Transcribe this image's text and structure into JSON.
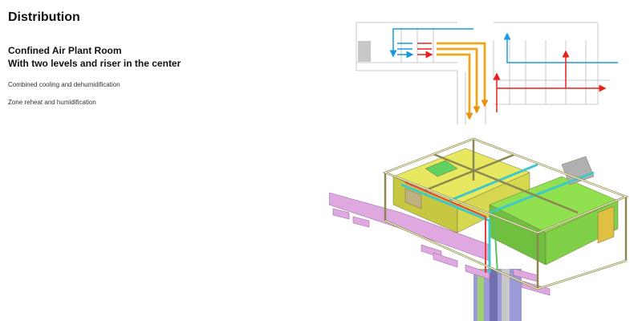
{
  "slide": {
    "title": "Distribution",
    "subtitle_lines": [
      "Confined Air Plant Room",
      "With two levels and riser in the center"
    ],
    "bullets": [
      "Combined cooling and dehumidification",
      "Zone reheat and humidification"
    ]
  },
  "colors": {
    "supply_blue": "#1a9ae0",
    "reheat_red": "#e8201a",
    "supply_orange": "#f0a020",
    "duct_pink": "#e0a8e0",
    "unit_yellow": "#e8e860",
    "unit_green": "#90e050",
    "frame_beige": "#e8e4b0",
    "pipe_cyan": "#40c8c8"
  }
}
